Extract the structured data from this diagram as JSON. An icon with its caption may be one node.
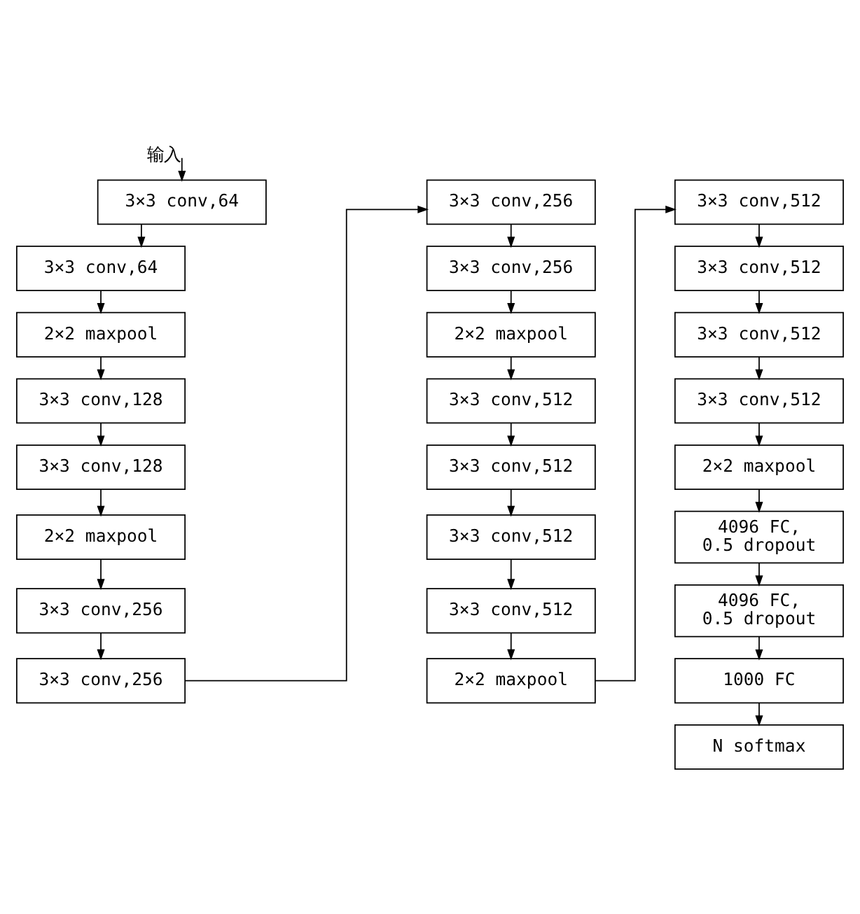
{
  "diagram": {
    "nodes": [
      {
        "text": [
          "3×3 conv,64"
        ]
      },
      {
        "text": [
          "3×3 conv,64"
        ]
      },
      {
        "text": [
          "2×2 maxpool"
        ]
      },
      {
        "text": [
          "3×3 conv,128"
        ]
      },
      {
        "text": [
          "3×3 conv,128"
        ]
      },
      {
        "text": [
          "2×2 maxpool"
        ]
      },
      {
        "text": [
          "3×3 conv,256"
        ]
      },
      {
        "text": [
          "3×3 conv,256"
        ]
      },
      {
        "text": [
          "3×3 conv,256"
        ]
      },
      {
        "text": [
          "3×3 conv,256"
        ]
      },
      {
        "text": [
          "2×2 maxpool"
        ]
      },
      {
        "text": [
          "3×3 conv,512"
        ]
      },
      {
        "text": [
          "3×3 conv,512"
        ]
      },
      {
        "text": [
          "3×3 conv,512"
        ]
      },
      {
        "text": [
          "3×3 conv,512"
        ]
      },
      {
        "text": [
          "2×2 maxpool"
        ]
      },
      {
        "text": [
          "3×3 conv,512"
        ]
      },
      {
        "text": [
          "3×3 conv,512"
        ]
      },
      {
        "text": [
          "3×3 conv,512"
        ]
      },
      {
        "text": [
          "3×3 conv,512"
        ]
      },
      {
        "text": [
          "2×2 maxpool"
        ]
      },
      {
        "text": [
          "4096 FC, 0.5 dropout"
        ]
      },
      {
        "text": [
          "4096 FC, 0.5 dropout"
        ]
      },
      {
        "text": [
          "1000 FC"
        ]
      },
      {
        "text": [
          "N softmax"
        ]
      }
    ],
    "edges": [
      {
        "from": null,
        "to": 0,
        "arrow": "to",
        "label": "输入"
      },
      {
        "from": 0,
        "to": 1,
        "arrow": "to"
      },
      {
        "from": 1,
        "to": 2,
        "arrow": "to"
      },
      {
        "from": 2,
        "to": 3,
        "arrow": "to"
      },
      {
        "from": 3,
        "to": 4,
        "arrow": "to"
      },
      {
        "from": 4,
        "to": 5,
        "arrow": "to"
      },
      {
        "from": 5,
        "to": 6,
        "arrow": "to"
      },
      {
        "from": 6,
        "to": 7,
        "arrow": "to"
      },
      {
        "from": 7,
        "to": 8,
        "arrow": "to"
      },
      {
        "from": 8,
        "to": 9,
        "arrow": "to"
      },
      {
        "from": 9,
        "to": 10,
        "arrow": "to"
      },
      {
        "from": 10,
        "to": 11,
        "arrow": "to"
      },
      {
        "from": 11,
        "to": 12,
        "arrow": "to"
      },
      {
        "from": 12,
        "to": 13,
        "arrow": "to"
      },
      {
        "from": 13,
        "to": 14,
        "arrow": "to"
      },
      {
        "from": 14,
        "to": 15,
        "arrow": "to"
      },
      {
        "from": 15,
        "to": 16,
        "arrow": "to"
      },
      {
        "from": 16,
        "to": 17,
        "arrow": "to"
      },
      {
        "from": 17,
        "to": 18,
        "arrow": "to"
      },
      {
        "from": 18,
        "to": 19,
        "arrow": "to"
      },
      {
        "from": 19,
        "to": 20,
        "arrow": "to"
      },
      {
        "from": 20,
        "to": 21,
        "arrow": "to"
      },
      {
        "from": 21,
        "to": 22,
        "arrow": "to"
      },
      {
        "from": 22,
        "to": 23,
        "arrow": "to"
      },
      {
        "from": 23,
        "to": 24,
        "arrow": "to"
      }
    ]
  }
}
